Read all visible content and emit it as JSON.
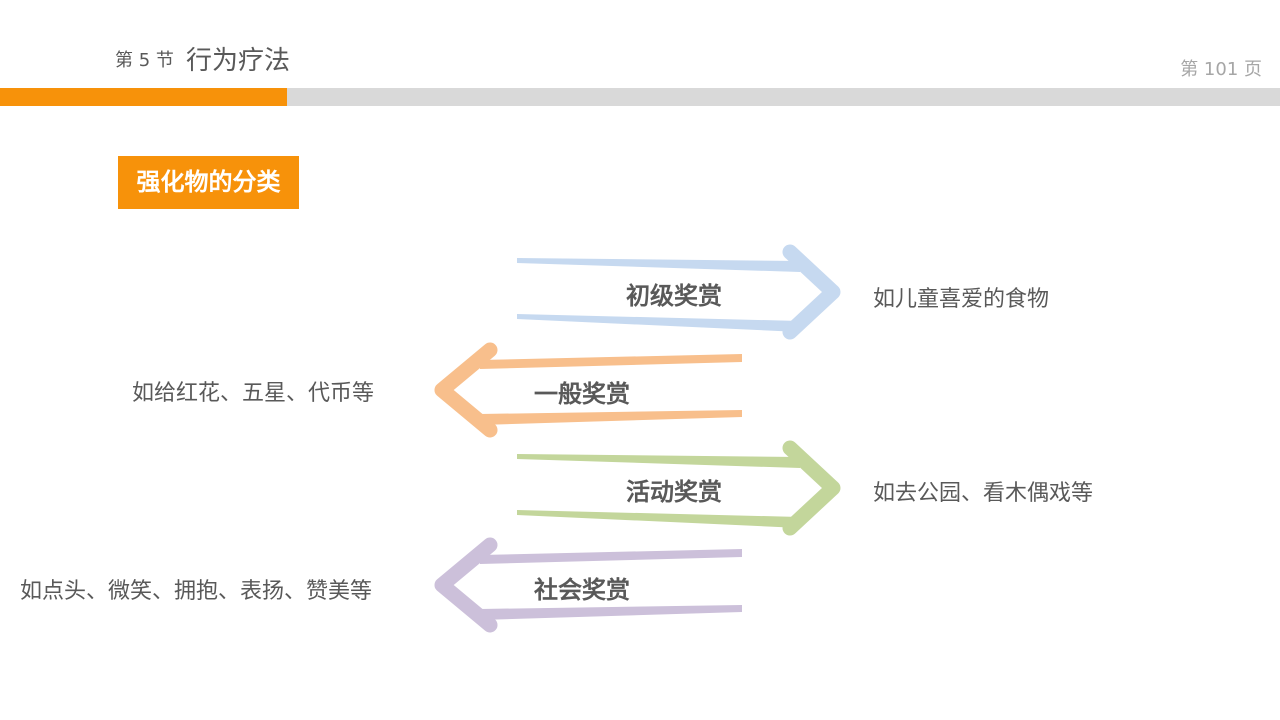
{
  "header": {
    "section": "第 5 节",
    "title": "行为疗法",
    "page": "第 101 页"
  },
  "category": "强化物的分类",
  "rewards": [
    {
      "label": "初级奖赏",
      "desc": "如儿童喜爱的食物",
      "direction": "right",
      "color": "#c6d9f0"
    },
    {
      "label": "一般奖赏",
      "desc": "如给红花、五星、代币等",
      "direction": "left",
      "color": "#f8bf8c"
    },
    {
      "label": "活动奖赏",
      "desc": "如去公园、看木偶戏等",
      "direction": "right",
      "color": "#c3d69b"
    },
    {
      "label": "社会奖赏",
      "desc": "如点头、微笑、拥抱、表扬、赞美等",
      "direction": "left",
      "color": "#ccc0da"
    }
  ]
}
